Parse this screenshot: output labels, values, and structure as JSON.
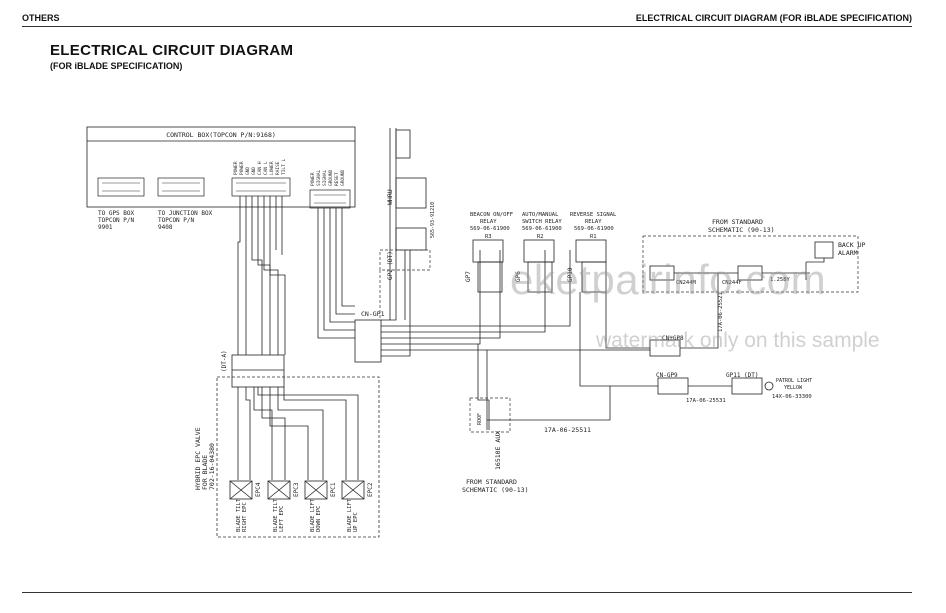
{
  "header": {
    "left": "OTHERS",
    "right": "ELECTRICAL CIRCUIT DIAGRAM (FOR iBLADE SPECIFICATION)"
  },
  "page": {
    "title": "ELECTRICAL CIRCUIT DIAGRAM",
    "subtitle": "(FOR iBLADE SPECIFICATION)"
  },
  "diagram": {
    "control_box": "CONTROL BOX(TOPCON P/N:9168)",
    "to_gps_box": [
      "TO GPS BOX",
      "TOPCON P/N",
      "9901"
    ],
    "to_junction_box": [
      "TO JUNCTION BOX",
      "TOPCON P/N",
      "9408"
    ],
    "from_standard_schematic_upper": [
      "FROM STANDARD",
      "SCHEMATIC (90-13)"
    ],
    "from_standard_schematic_lower": [
      "FROM STANDARD",
      "SCHEMATIC (90-13)"
    ],
    "back_up_alarm": [
      "BACK UP",
      "ALARM"
    ],
    "connectors": {
      "cn_gp1": "CN-GP1",
      "cn_gp8": "CN+GP8",
      "cn_gp9": "CN-GP9",
      "gp11": "GP11 (DT)",
      "cn244m": "CN244M",
      "cn244f": "CN244F",
      "dt_a": "(DT-A)",
      "gp2": "GP2 (DT)",
      "gp7": "GP7",
      "gp6": "GP6",
      "gp10": "GP10",
      "whru": "WHRU",
      "hybrid_label": [
        "HYBRID EPC VALVE",
        "FOR BLADE",
        "702-16-04380"
      ]
    },
    "relays": [
      {
        "title": [
          "BEACON ON/OFF",
          "RELAY",
          "569-06-61900"
        ],
        "code": "R3"
      },
      {
        "title": [
          "AUTO/MANUAL",
          "SWITCH RELAY",
          "569-06-61900"
        ],
        "code": "R2"
      },
      {
        "title": [
          "REVERSE SIGNAL",
          "RELAY",
          "569-06-61900"
        ],
        "code": "R1"
      }
    ],
    "valves": [
      {
        "label": [
          "BLADE TILT",
          "RIGHT EPC"
        ],
        "tag": "EPC4"
      },
      {
        "label": [
          "BLADE TILT",
          "LEFT EPC"
        ],
        "tag": "EPC3"
      },
      {
        "label": [
          "BLADE LIFT",
          "DOWN EPC"
        ],
        "tag": "EPC1"
      },
      {
        "label": [
          "BLADE LIFT",
          "UP EPC"
        ],
        "tag": "EPC2"
      }
    ],
    "patrol_light": [
      "PATROL LIGHT",
      "YELLOW",
      "14X-06-33300"
    ],
    "part_numbers": {
      "harness_main": "17A-06-25511",
      "harness_short": "17A-06-25531",
      "harness_vertical": "17A-06-25521",
      "switch_part": "565-93-91210",
      "roof_label": "ROOF",
      "aux_label": "16510E AUX",
      "wire_label": "1.25BY"
    }
  },
  "watermark": {
    "site": "eketpairinfo.com",
    "note": "watermark only on this sample"
  }
}
